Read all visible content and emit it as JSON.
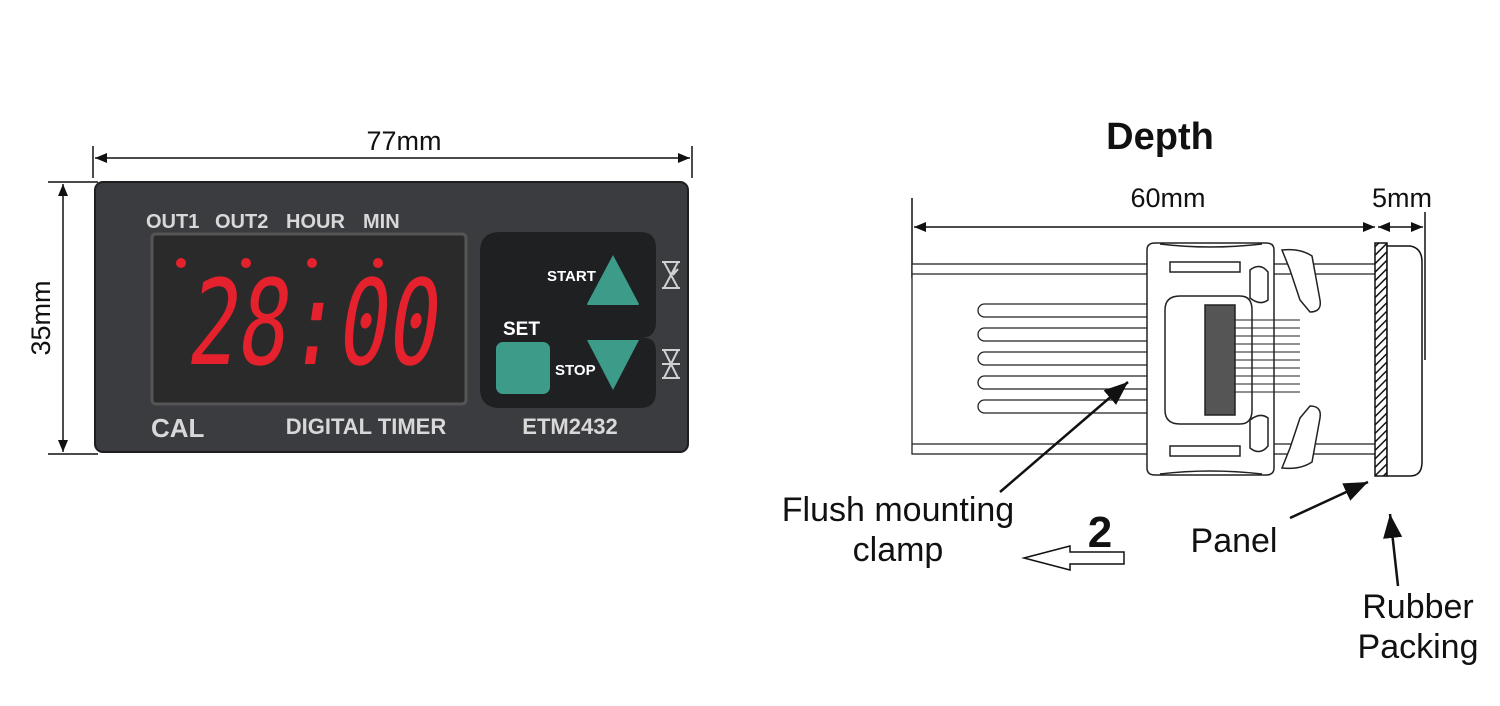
{
  "front": {
    "width_dim": "77mm",
    "height_dim": "35mm",
    "indicators": [
      "OUT1",
      "OUT2",
      "HOUR",
      "MIN"
    ],
    "display_value": "28:00",
    "brand": "CAL",
    "product_type": "DIGITAL TIMER",
    "model": "ETM2432",
    "buttons": {
      "start": "START",
      "stop": "STOP",
      "set": "SET"
    },
    "colors": {
      "body": "#3b3c3f",
      "display_bg": "#2a2a2a",
      "digit": "#e4212c",
      "button": "#3d9b8a"
    }
  },
  "side": {
    "title": "Depth",
    "depth_dim": "60mm",
    "packing_dim": "5mm",
    "clamp_label": [
      "Flush mounting",
      "clamp"
    ],
    "step_number": "2",
    "panel_label": "Panel",
    "packing_label": [
      "Rubber",
      "Packing"
    ]
  }
}
